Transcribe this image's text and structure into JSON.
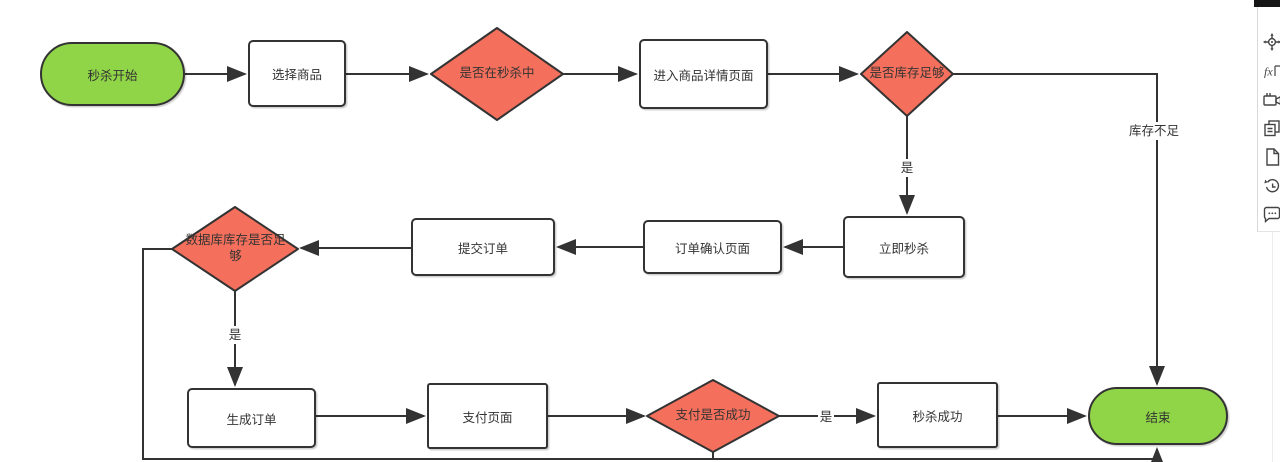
{
  "diagram": {
    "nodes": {
      "start": "秒杀开始",
      "select_product": "选择商品",
      "is_in_seckill": "是否在秒杀中",
      "product_detail_page": "进入商品详情页面",
      "is_stock_enough": "是否库存足够",
      "seckill_now": "立即秒杀",
      "order_confirm_page": "订单确认页面",
      "submit_order": "提交订单",
      "is_db_stock_enough": "数据库库存是否足够",
      "create_order": "生成订单",
      "payment_page": "支付页面",
      "is_payment_success": "支付是否成功",
      "seckill_success": "秒杀成功",
      "end": "结束"
    },
    "edge_labels": {
      "stock_insufficient": "库存不足",
      "stock_yes": "是",
      "db_stock_yes": "是",
      "payment_yes": "是"
    },
    "colors": {
      "terminal_fill": "#90D447",
      "decision_fill": "#F4705C",
      "process_fill": "#FFFFFF",
      "stroke": "#333333",
      "text": "#333333"
    }
  },
  "side_toolbar": {
    "icons": [
      "pan-tool",
      "formula",
      "video",
      "copy",
      "new-page",
      "history",
      "comment"
    ]
  }
}
